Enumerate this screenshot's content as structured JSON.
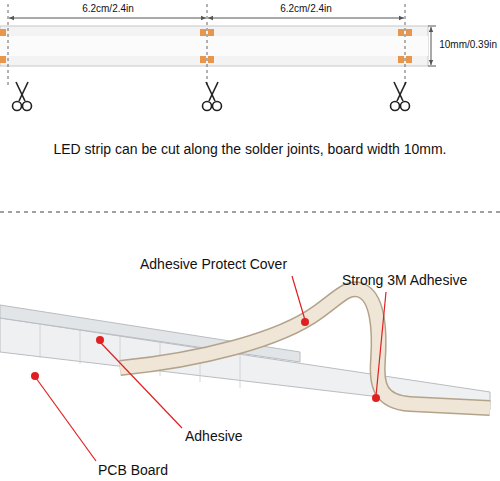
{
  "diagram": {
    "labels": [
      "6.2cm/2.4in",
      "6.2cm/2.4in",
      "10mm/0.39in",
      "LED strip can be cut along the solder joints, board width 10mm.",
      "Adhesive Protect Cover",
      "Strong 3M Adhesive",
      "Adhesive",
      "PCB Board"
    ]
  }
}
